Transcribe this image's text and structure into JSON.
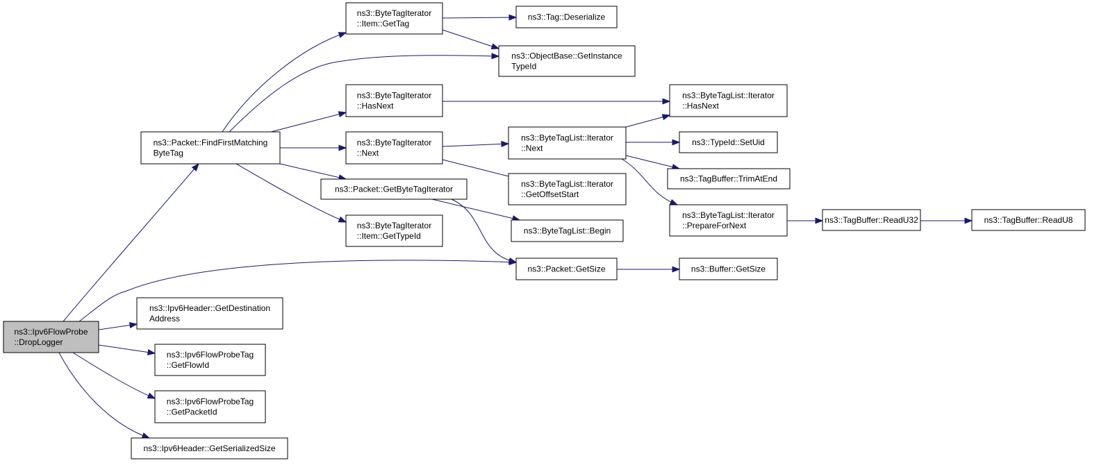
{
  "graph": {
    "nodes": [
      {
        "id": "drop_logger",
        "lines": [
          "ns3::Ipv6FlowProbe",
          "::DropLogger"
        ],
        "root": true
      },
      {
        "id": "find_first",
        "lines": [
          "ns3::Packet::FindFirstMatching",
          "ByteTag"
        ]
      },
      {
        "id": "get_dest",
        "lines": [
          "ns3::Ipv6Header::GetDestination",
          "Address"
        ]
      },
      {
        "id": "get_flowid",
        "lines": [
          "ns3::Ipv6FlowProbeTag",
          "::GetFlowId"
        ]
      },
      {
        "id": "get_packetid",
        "lines": [
          "ns3::Ipv6FlowProbeTag",
          "::GetPacketId"
        ]
      },
      {
        "id": "get_serialized",
        "lines": [
          "ns3::Ipv6Header::GetSerializedSize"
        ]
      },
      {
        "id": "bti_item_gettag",
        "lines": [
          "ns3::ByteTagIterator",
          "::Item::GetTag"
        ]
      },
      {
        "id": "objbase_typeid",
        "lines": [
          "ns3::ObjectBase::GetInstance",
          "TypeId"
        ]
      },
      {
        "id": "bti_hasnext",
        "lines": [
          "ns3::ByteTagIterator",
          "::HasNext"
        ]
      },
      {
        "id": "bti_next",
        "lines": [
          "ns3::ByteTagIterator",
          "::Next"
        ]
      },
      {
        "id": "pkt_get_bti",
        "lines": [
          "ns3::Packet::GetByteTagIterator"
        ]
      },
      {
        "id": "bti_item_typeid",
        "lines": [
          "ns3::ByteTagIterator",
          "::Item::GetTypeId"
        ]
      },
      {
        "id": "pkt_getsize",
        "lines": [
          "ns3::Packet::GetSize"
        ]
      },
      {
        "id": "tag_deserialize",
        "lines": [
          "ns3::Tag::Deserialize"
        ]
      },
      {
        "id": "btl_it_hasnext",
        "lines": [
          "ns3::ByteTagList::Iterator",
          "::HasNext"
        ]
      },
      {
        "id": "btl_it_next",
        "lines": [
          "ns3::ByteTagList::Iterator",
          "::Next"
        ]
      },
      {
        "id": "btl_it_offset",
        "lines": [
          "ns3::ByteTagList::Iterator",
          "::GetOffsetStart"
        ]
      },
      {
        "id": "btl_begin",
        "lines": [
          "ns3::ByteTagList::Begin"
        ]
      },
      {
        "id": "buffer_getsize",
        "lines": [
          "ns3::Buffer::GetSize"
        ]
      },
      {
        "id": "typeid_setuid",
        "lines": [
          "ns3::TypeId::SetUid"
        ]
      },
      {
        "id": "tagbuf_trim",
        "lines": [
          "ns3::TagBuffer::TrimAtEnd"
        ]
      },
      {
        "id": "btl_it_prepare",
        "lines": [
          "ns3::ByteTagList::Iterator",
          "::PrepareForNext"
        ]
      },
      {
        "id": "tagbuf_readu32",
        "lines": [
          "ns3::TagBuffer::ReadU32"
        ]
      },
      {
        "id": "tagbuf_readu8",
        "lines": [
          "ns3::TagBuffer::ReadU8"
        ]
      }
    ],
    "edges": [
      [
        "drop_logger",
        "find_first"
      ],
      [
        "drop_logger",
        "pkt_getsize"
      ],
      [
        "drop_logger",
        "get_dest"
      ],
      [
        "drop_logger",
        "get_flowid"
      ],
      [
        "drop_logger",
        "get_packetid"
      ],
      [
        "drop_logger",
        "get_serialized"
      ],
      [
        "find_first",
        "bti_item_gettag"
      ],
      [
        "find_first",
        "objbase_typeid"
      ],
      [
        "find_first",
        "bti_hasnext"
      ],
      [
        "find_first",
        "bti_next"
      ],
      [
        "find_first",
        "pkt_get_bti"
      ],
      [
        "find_first",
        "bti_item_typeid"
      ],
      [
        "bti_item_gettag",
        "tag_deserialize"
      ],
      [
        "bti_item_gettag",
        "objbase_typeid"
      ],
      [
        "bti_hasnext",
        "btl_it_hasnext"
      ],
      [
        "bti_next",
        "btl_it_next"
      ],
      [
        "bti_next",
        "btl_it_offset"
      ],
      [
        "pkt_get_bti",
        "btl_begin"
      ],
      [
        "pkt_get_bti",
        "pkt_getsize"
      ],
      [
        "pkt_getsize",
        "buffer_getsize"
      ],
      [
        "btl_it_next",
        "btl_it_hasnext"
      ],
      [
        "btl_it_next",
        "typeid_setuid"
      ],
      [
        "btl_it_next",
        "tagbuf_trim"
      ],
      [
        "btl_it_next",
        "btl_it_prepare"
      ],
      [
        "btl_it_prepare",
        "tagbuf_readu32"
      ],
      [
        "tagbuf_readu32",
        "tagbuf_readu8"
      ]
    ]
  }
}
